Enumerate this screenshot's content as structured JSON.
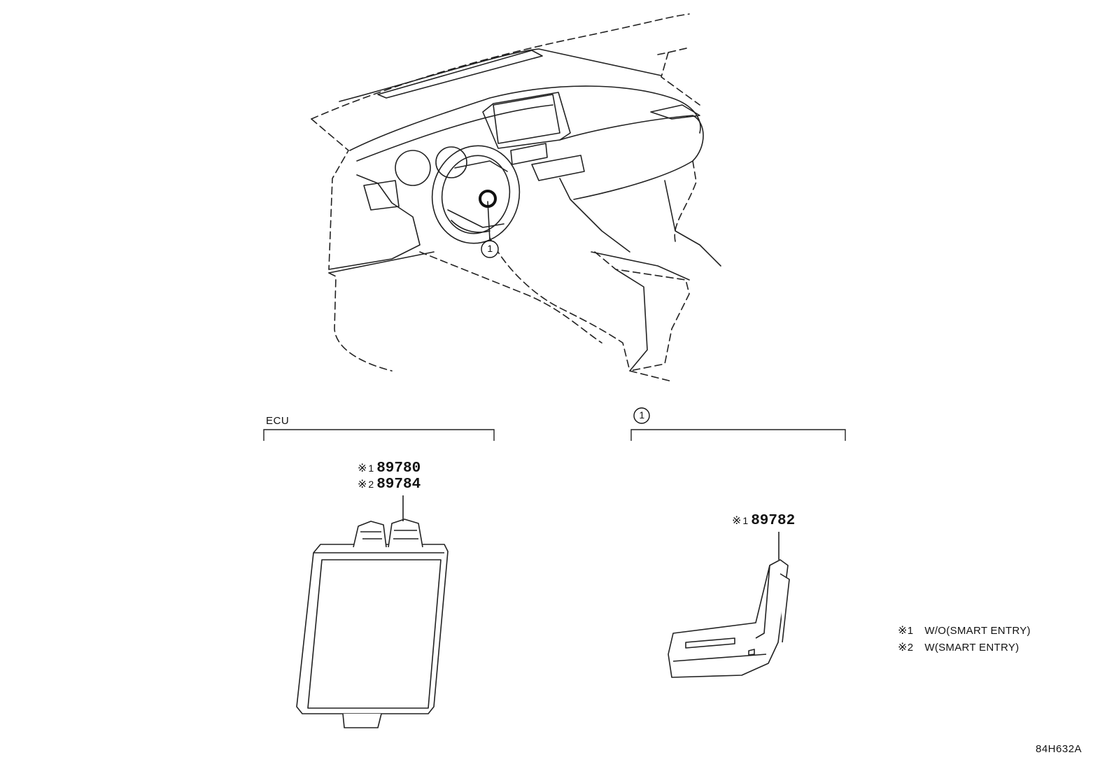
{
  "groups": {
    "ecu": {
      "label": "ECU"
    },
    "callout": {
      "number": "1"
    }
  },
  "parts": {
    "ecu_line1": {
      "mark": "※",
      "note": "1",
      "number": "89780"
    },
    "ecu_line2": {
      "mark": "※",
      "note": "2",
      "number": "89784"
    },
    "antenna": {
      "mark": "※",
      "note": "1",
      "number": "89782"
    }
  },
  "dashboard_callout": "1",
  "legend": [
    {
      "mark": "※",
      "num": "1",
      "text": "W/O(SMART ENTRY)"
    },
    {
      "mark": "※",
      "num": "2",
      "text": "W(SMART ENTRY)"
    }
  ],
  "illustration_code": "84H632A"
}
